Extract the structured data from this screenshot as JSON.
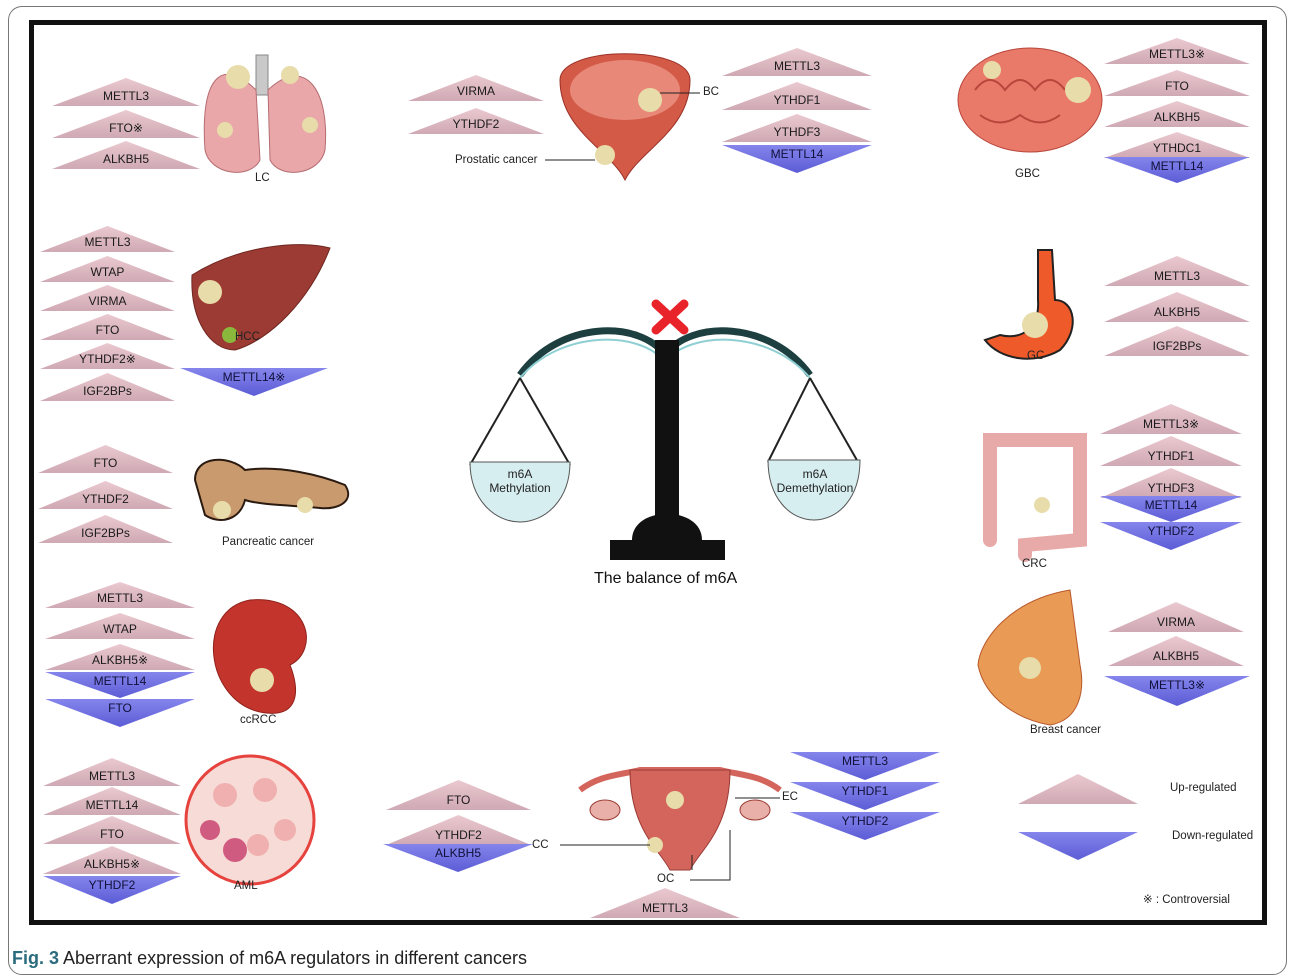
{
  "caption": {
    "fig": "Fig. 3",
    "text": "Aberrant expression of m6A regulators in different cancers"
  },
  "center": {
    "left_pan_line1": "m6A",
    "left_pan_line2": "Methylation",
    "right_pan_line1": "m6A",
    "right_pan_line2": "Demethylation",
    "title": "The balance of m6A"
  },
  "cancers": {
    "lc": "LC",
    "bc": "BC",
    "prostatic": "Prostatic cancer",
    "gbc": "GBC",
    "hcc": "HCC",
    "gc": "GC",
    "pancreatic": "Pancreatic cancer",
    "crc": "CRC",
    "ccrcc": "ccRCC",
    "breast": "Breast cancer",
    "aml": "AML",
    "ec": "EC",
    "cc": "CC",
    "oc": "OC"
  },
  "regulators": {
    "lc": [
      "METTL3",
      "FTO※",
      "ALKBH5"
    ],
    "prostatic": [
      "VIRMA",
      "YTHDF2"
    ],
    "bc": [
      "METTL3",
      "YTHDF1",
      "YTHDF3",
      "METTL14"
    ],
    "gbc": [
      "METTL3※",
      "FTO",
      "ALKBH5",
      "YTHDC1",
      "METTL14"
    ],
    "hcc": [
      "METTL3",
      "WTAP",
      "VIRMA",
      "FTO",
      "YTHDF2※",
      "IGF2BPs",
      "METTL14※"
    ],
    "gc": [
      "METTL3",
      "ALKBH5",
      "IGF2BPs"
    ],
    "pancreatic": [
      "FTO",
      "YTHDF2",
      "IGF2BPs"
    ],
    "crc": [
      "METTL3※",
      "YTHDF1",
      "YTHDF3",
      "METTL14",
      "YTHDF2"
    ],
    "ccrcc": [
      "METTL3",
      "WTAP",
      "ALKBH5※",
      "METTL14",
      "FTO"
    ],
    "breast": [
      "VIRMA",
      "ALKBH5",
      "METTL3※"
    ],
    "aml": [
      "METTL3",
      "METTL14",
      "FTO",
      "ALKBH5※",
      "YTHDF2"
    ],
    "cc": [
      "FTO",
      "YTHDF2",
      "ALKBH5"
    ],
    "ec": [
      "METTL3",
      "YTHDF1",
      "YTHDF2"
    ],
    "oc": [
      "METTL3"
    ]
  },
  "legend": {
    "up": "Up-regulated",
    "down": "Down-regulated",
    "controversial": "※ : Controversial"
  },
  "colors": {
    "up": "#d9b4bf",
    "down": "#6b6be0",
    "cross": "#e8232a",
    "pan": "#d7eef0",
    "beam": "#1d3f3f"
  }
}
